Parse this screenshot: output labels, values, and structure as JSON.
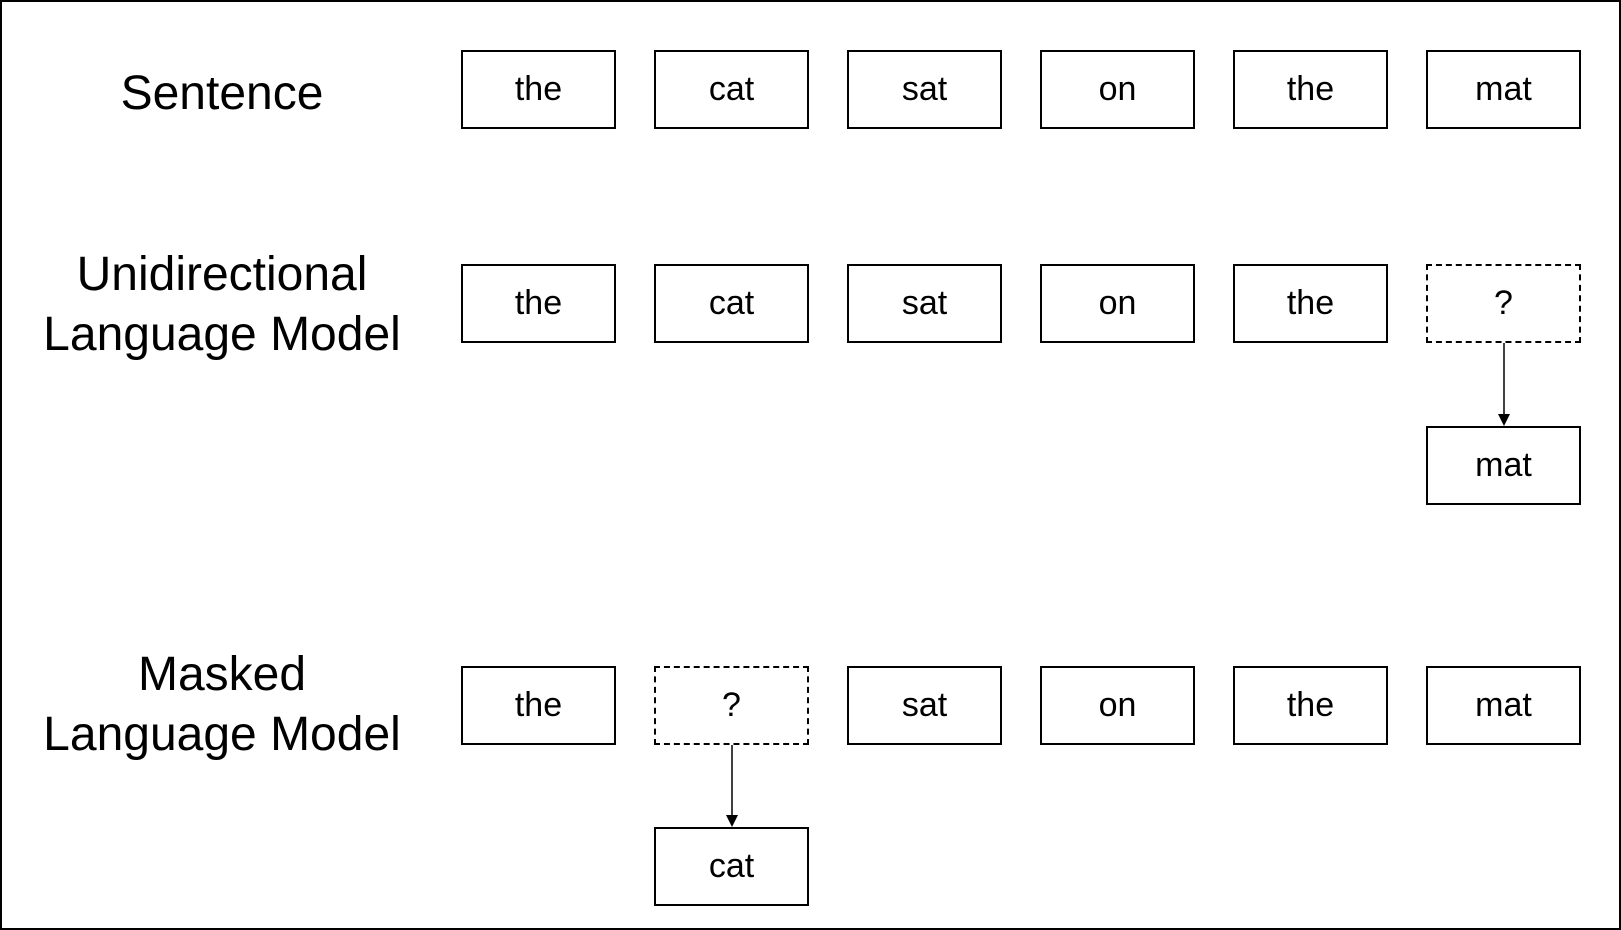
{
  "rows": {
    "sentence": {
      "label": "Sentence",
      "tokens": [
        "the",
        "cat",
        "sat",
        "on",
        "the",
        "mat"
      ]
    },
    "unidirectional": {
      "label": "Unidirectional\nLanguage Model",
      "tokens": [
        "the",
        "cat",
        "sat",
        "on",
        "the",
        "?"
      ],
      "prediction": "mat"
    },
    "masked": {
      "label": "Masked\nLanguage Model",
      "tokens": [
        "the",
        "?",
        "sat",
        "on",
        "the",
        "mat"
      ],
      "prediction": "cat"
    }
  }
}
